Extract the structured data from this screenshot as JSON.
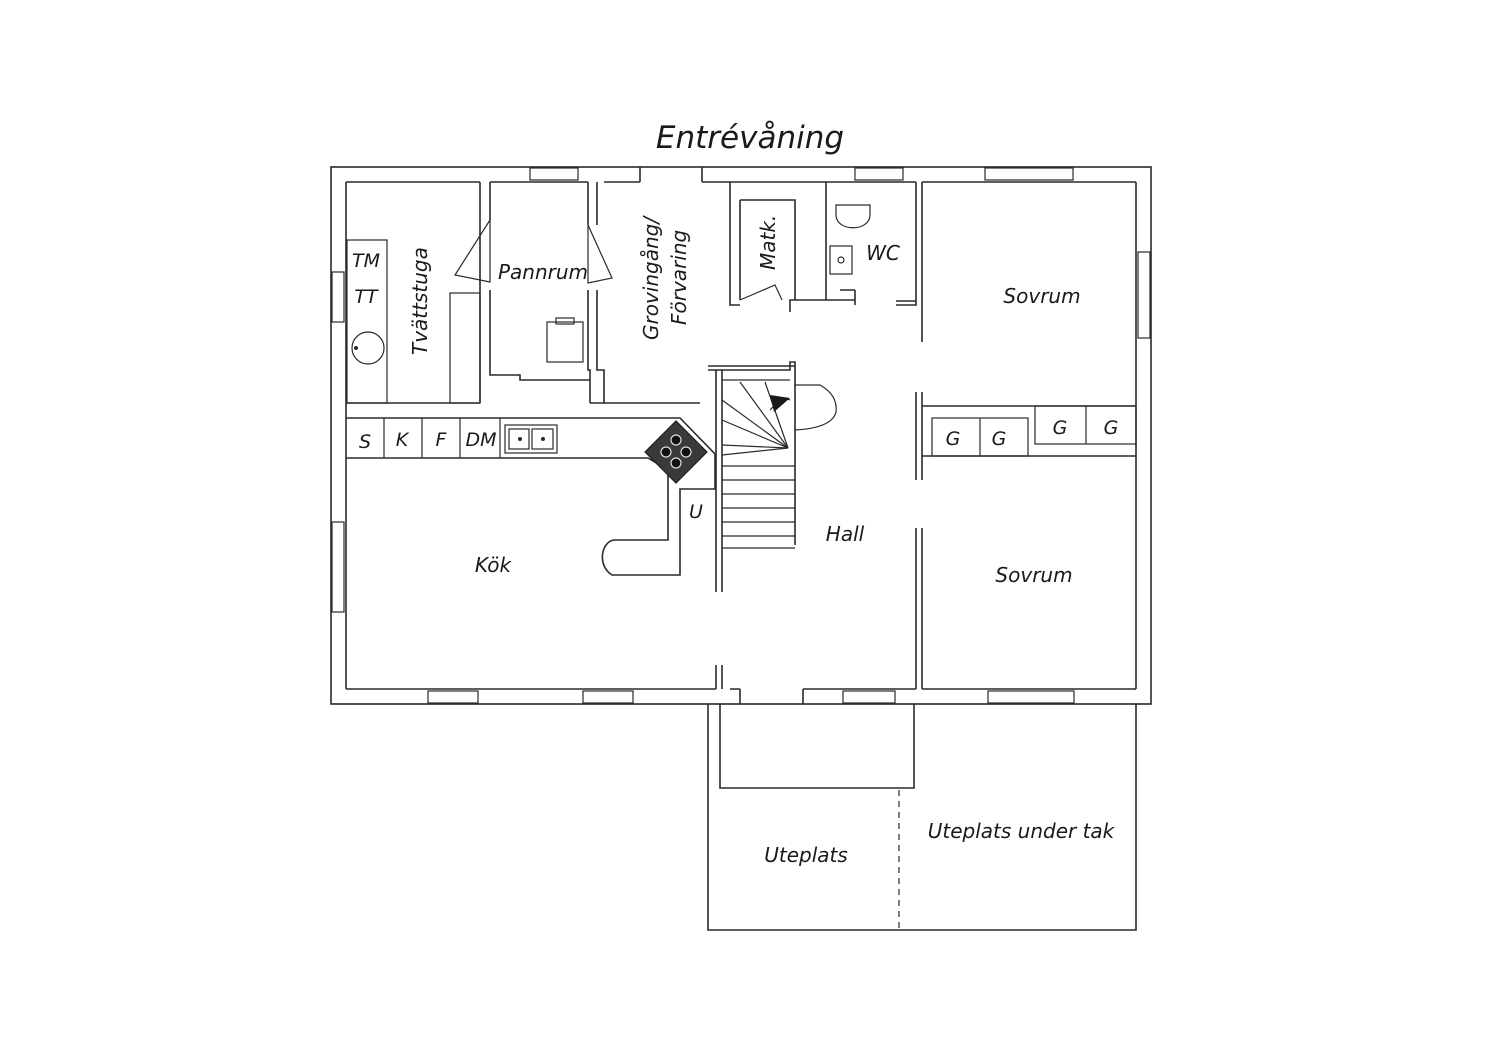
{
  "title": "Entrévåning",
  "rooms": {
    "tvattstuga": "Tvättstuga",
    "tm": "TM",
    "tt": "TT",
    "pannrum": "Pannrum",
    "grovingang_1": "Grovingång/",
    "grovingang_2": "Förvaring",
    "matk": "Matk.",
    "wc": "WC",
    "sovrum_top": "Sovrum",
    "sovrum_bottom": "Sovrum",
    "kok": "Kök",
    "hall": "Hall",
    "uteplats": "Uteplats",
    "uteplats_under_tak": "Uteplats under tak"
  },
  "appliances": {
    "s": "S",
    "k": "K",
    "f": "F",
    "dm": "DM",
    "u": "U"
  },
  "wardrobes": [
    "G",
    "G",
    "G",
    "G"
  ]
}
